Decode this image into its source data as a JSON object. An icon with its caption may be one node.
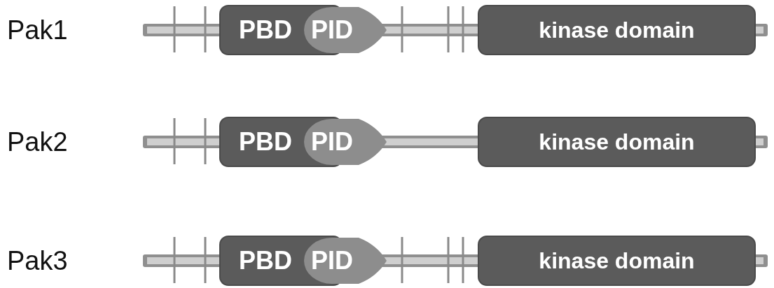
{
  "diagram": {
    "nodes": [
      {
        "text": [
          "Pak1"
        ]
      },
      {
        "text": [
          "PBD"
        ],
        "in": 0
      },
      {
        "text": [
          "PID"
        ],
        "in": 0
      },
      {
        "text": [
          "kinase domain"
        ],
        "in": 0
      },
      {
        "text": [
          "Pak2"
        ]
      },
      {
        "text": [
          "PBD"
        ],
        "in": 4
      },
      {
        "text": [
          "PID"
        ],
        "in": 4
      },
      {
        "text": [
          "kinase domain"
        ],
        "in": 4
      },
      {
        "text": [
          "Pak3"
        ]
      },
      {
        "text": [
          "PBD"
        ],
        "in": 8
      },
      {
        "text": [
          "PID"
        ],
        "in": 8
      },
      {
        "text": [
          "kinase domain"
        ],
        "in": 8
      }
    ]
  }
}
